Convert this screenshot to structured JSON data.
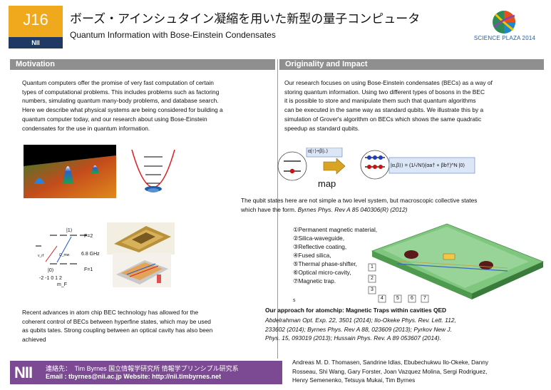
{
  "header": {
    "code": "J16",
    "org": "NII",
    "title_jp": "ボーズ・アインシュタイン凝縮を用いた新型の量子コンピュータ",
    "title_en": "Quantum Information with Bose-Einstein Condensates",
    "logo_text": "SCIENCE PLAZA 2014"
  },
  "sections": {
    "motivation": "Motivation",
    "originality": "Originality and Impact"
  },
  "motivation": {
    "para1": [
      "Quantum computers offer the promise of very fast computation of certain",
      "types of computational problems. This includes problems such as factoring",
      "numbers, simulating quantum many-body problems, and database search.",
      "Here we describe what physical systems are being considered for building a",
      "quantum computer today, and our research about using Bose-Einstein",
      "condensates for the use in  quantum information."
    ],
    "para2": [
      "Recent advances in atom chip BEC technology has allowed for the",
      "coherent control of BECs between hyperfine states, which may be used",
      "as qubits tates. Strong coupling between an optical cavity has also been",
      "achieved"
    ]
  },
  "level_diagram": {
    "f2": "F=2",
    "f1": "F=1",
    "freq": "6.8 GHz",
    "ket2": "|1⟩",
    "ket1": "|0⟩",
    "axis": "-2  -1  0  1  2",
    "mf": "m_F"
  },
  "originality": {
    "para1": [
      "Our research focuses on using Bose-Einstein  condensates (BECs) as a way of",
      "storing quantum information. Using two different types of bosons in the BEC",
      "it is possible to store and manipulate them such that quantum algorithms",
      "can be executed in the same way as standard qubits. We illustrate this by a",
      "simulation of Grover's algorithm on BECs which shows the same quadratic",
      "speedup as standard qubits."
    ],
    "qubit_formula": "α|↑⟩+β|↓⟩",
    "bec_formula": "|α,β⟩⟩ = (1/√N!)(αa† + βb†)^N |0⟩",
    "map_label": "map",
    "para2_line1": "The qubit states here are not simple a two level system, but macroscopic collective states",
    "para2_line2": "which have the form. ",
    "para2_ref": "Byrnes Phys. Rev A 85 040306(R) (2012)",
    "chip_items": [
      "①Permanent magnetic material,",
      "②Silica-waveguide,",
      "③Reflective coating,",
      "④Fused silica,",
      "⑤Thermal phase-shifter,",
      "⑥Optical micro-cavity,",
      "⑦Magnetic trap."
    ],
    "chip_numbers": [
      "1",
      "2",
      "3",
      "4",
      "5",
      "6",
      "7"
    ],
    "stray_s": "s",
    "approach_title": "Our approach for atomchip: Magnetic Traps within cavities QED",
    "approach_refs": [
      "Abdelrahman Opt. Exp. 22, 3501 (2014); Ilo-Okeke Phys. Rev. Lett. 112,",
      "233602 (2014); Byrnes Phys. Rev A 88, 023609 (2013); Pyrkov New J.",
      "Phys. 15, 093019 (2013); Hussain Phys. Rev. A 89 053607 (2014)."
    ]
  },
  "footer": {
    "nii": "NII",
    "contact_line1": "連絡先：　Tim Byrnes  国立情報学研究所  情報学プリンシプル研究系",
    "contact_line2": "Email : tbyrnes@nii.ac.jp        Website: http://nii.timbyrnes.net",
    "authors": [
      "Andreas M. D. Thomasen, Sandrine Idlas,  Ebubechukwu Ilo-Okeke, Danny",
      "Rosseau, Shi Wang, Gary Forster, Joan Vazquez Molina, Sergi Rodriguez,",
      "Henry Semenenko, Tetsuya Mukai, Tim Byrnes"
    ]
  },
  "colors": {
    "badge": "#f0a81c",
    "section_bar": "#8f8f8f",
    "footer": "#7b4a92",
    "org_bar": "#1f3864"
  }
}
